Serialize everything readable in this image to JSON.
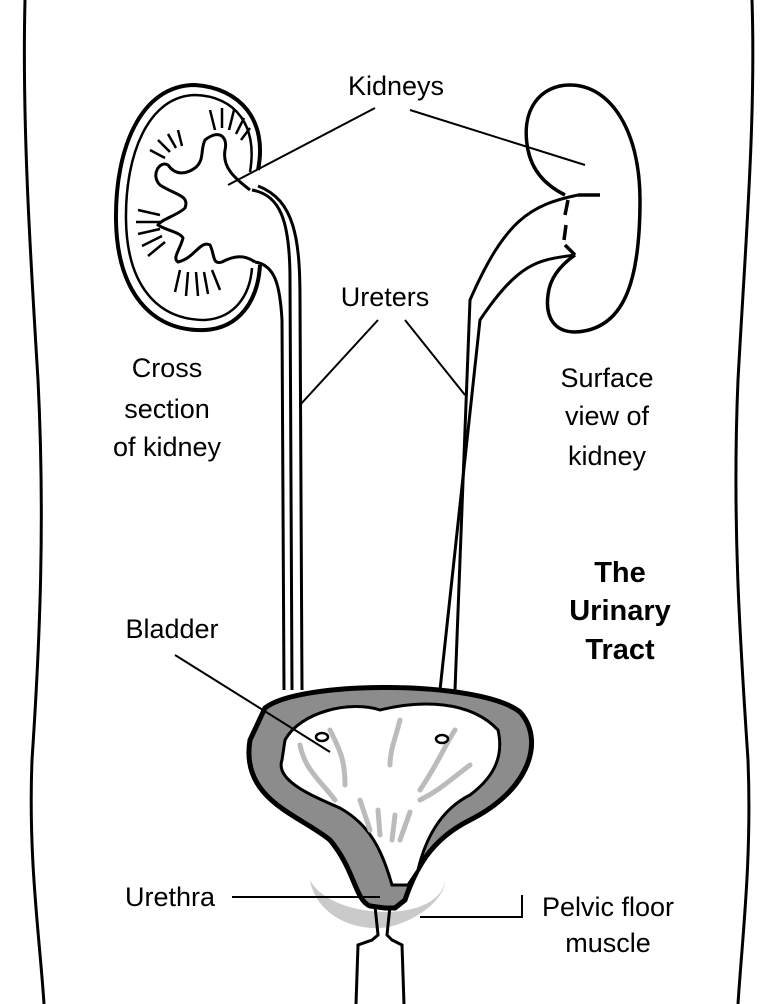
{
  "diagram": {
    "title_lines": [
      "The",
      "Urinary",
      "Tract"
    ],
    "labels": {
      "kidneys": "Kidneys",
      "ureters": "Ureters",
      "cross_section": [
        "Cross",
        "section",
        "of kidney"
      ],
      "surface_view": [
        "Surface",
        "view of",
        "kidney"
      ],
      "bladder": "Bladder",
      "urethra": "Urethra",
      "pelvic_floor": [
        "Pelvic floor",
        "muscle"
      ]
    },
    "colors": {
      "outline": "#000000",
      "bladder_wall": "#8c8c8c",
      "muscle": "#b4b4b4"
    }
  }
}
